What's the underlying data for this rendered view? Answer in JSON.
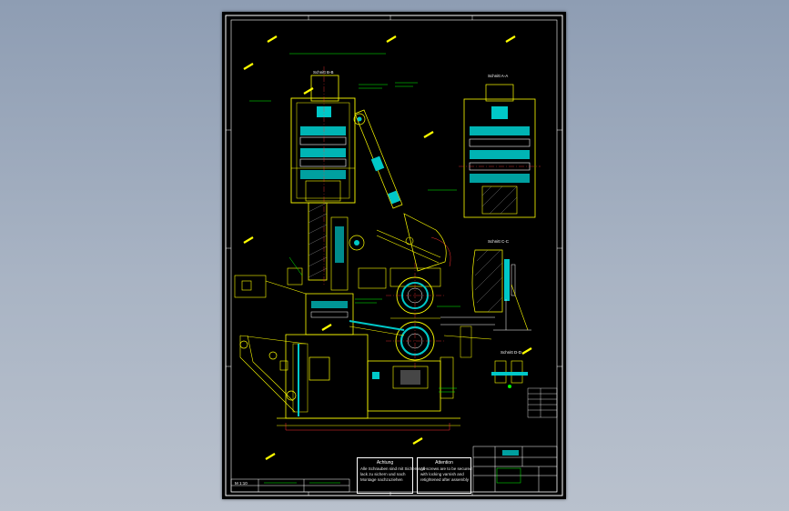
{
  "notes": {
    "left": {
      "title": "Achtung",
      "lines": [
        "Alle Schrauben sind mit Sicherungs-",
        "lack zu sichern und nach",
        "Montage nachzuziehen"
      ]
    },
    "right": {
      "title": "Attention",
      "lines": [
        "All screws are to be secured",
        "with locking varnish and",
        "retightened after assembly"
      ]
    }
  },
  "sections": [
    "Schnitt A-A",
    "Schnitt B-B",
    "Schnitt C-C",
    "Schnitt D-D"
  ],
  "scale_box": "M 1:10",
  "colors": {
    "paper": "#000000",
    "frame": "#ffffff",
    "outline": "#ffff00",
    "fill": "#00c8c8",
    "hatch": "#ff3030",
    "dim": "#00ff00",
    "grey": "#8c8c8c"
  }
}
